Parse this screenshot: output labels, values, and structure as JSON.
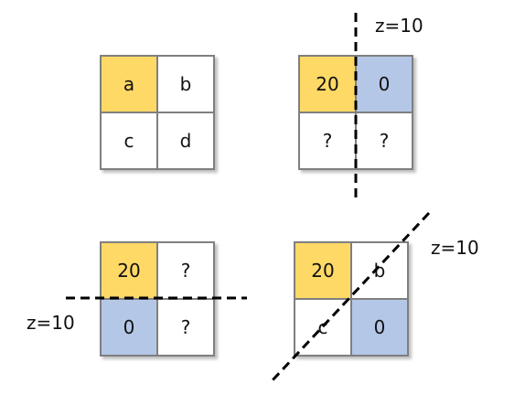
{
  "colors": {
    "yellow": "#ffd966",
    "blue": "#b4c7e7",
    "white": "#ffffff",
    "border": "#7f7f7f",
    "line": "#000000"
  },
  "grids": [
    {
      "id": "grid-1",
      "cells": [
        "a",
        "b",
        "c",
        "d"
      ],
      "fills": [
        "yellow",
        "white",
        "white",
        "white"
      ]
    },
    {
      "id": "grid-2",
      "cells": [
        "20",
        "0",
        "?",
        "?"
      ],
      "fills": [
        "yellow",
        "blue",
        "white",
        "white"
      ]
    },
    {
      "id": "grid-3",
      "cells": [
        "20",
        "?",
        "0",
        "?"
      ],
      "fills": [
        "yellow",
        "white",
        "blue",
        "white"
      ]
    },
    {
      "id": "grid-4",
      "cells": [
        "20",
        "b",
        "c",
        "0"
      ],
      "fills": [
        "yellow",
        "white",
        "white",
        "blue"
      ]
    }
  ],
  "labels": {
    "vertical": "z=10",
    "horizontal": "z=10",
    "diagonal": "z=10"
  }
}
